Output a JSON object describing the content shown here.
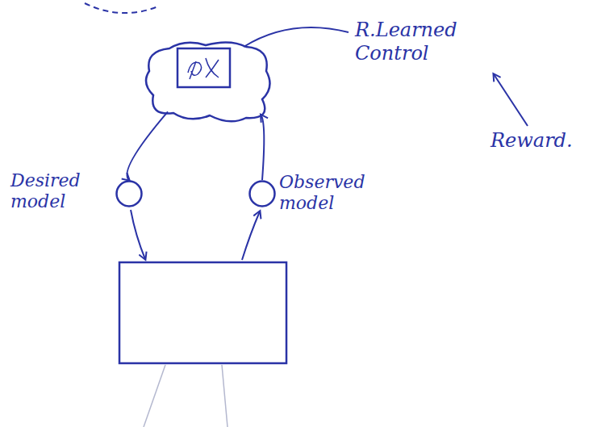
{
  "diagram": {
    "nodes": [
      {
        "text": [
          "R.Learned Control"
        ]
      },
      {
        "text": [
          "Desired model"
        ]
      },
      {
        "text": [
          "Observed model"
        ]
      }
    ],
    "edges": [
      {
        "from": 0,
        "to": 1,
        "arrow": "to"
      },
      {
        "from": 2,
        "to": 0,
        "arrow": "to"
      }
    ],
    "labels": [
      "Reward."
    ]
  }
}
